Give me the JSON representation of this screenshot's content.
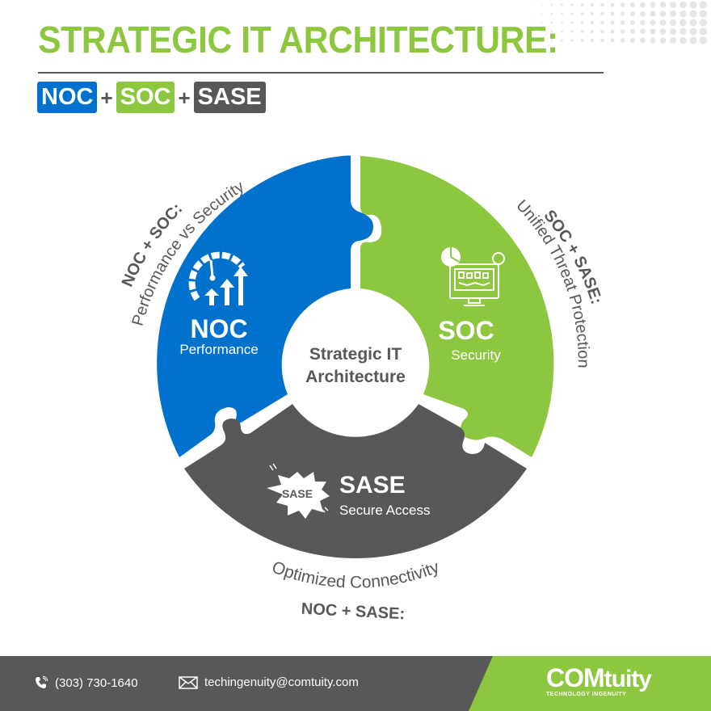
{
  "header": {
    "title": "STRATEGIC IT ARCHITECTURE:",
    "tags": [
      {
        "label": "NOC",
        "color": "#0072ce"
      },
      {
        "label": "SOC",
        "color": "#8dc63f"
      },
      {
        "label": "SASE",
        "color": "#58585a"
      }
    ],
    "plus": "+"
  },
  "diagram": {
    "center": {
      "line1": "Strategic IT",
      "line2": "Architecture"
    },
    "segments": [
      {
        "id": "noc",
        "title": "NOC",
        "subtitle": "Performance",
        "icon": "performance-gauge-icon",
        "color": "#0072ce"
      },
      {
        "id": "soc",
        "title": "SOC",
        "subtitle": "Security",
        "icon": "monitor-dashboard-icon",
        "color": "#8dc63f"
      },
      {
        "id": "sase",
        "title": "SASE",
        "subtitle": "Secure Access",
        "icon": "sase-starburst-icon",
        "badge": "SASE",
        "color": "#58585a"
      }
    ],
    "outer_labels": {
      "noc_soc": {
        "heading": "NOC + SOC:",
        "text": "Performance vs Security"
      },
      "soc_sase": {
        "heading": "SOC + SASE:",
        "text": "Unified Threat Protection"
      },
      "noc_sase": {
        "heading": "NOC + SASE:",
        "text": "Optimized Connectivity"
      }
    }
  },
  "footer": {
    "phone": "(303) 730-1640",
    "email": "techingenuity@comtuity.com",
    "logo_main": "COM",
    "logo_accent": "tuity",
    "logo_tagline": "TECHNOLOGY INGENUITY"
  }
}
